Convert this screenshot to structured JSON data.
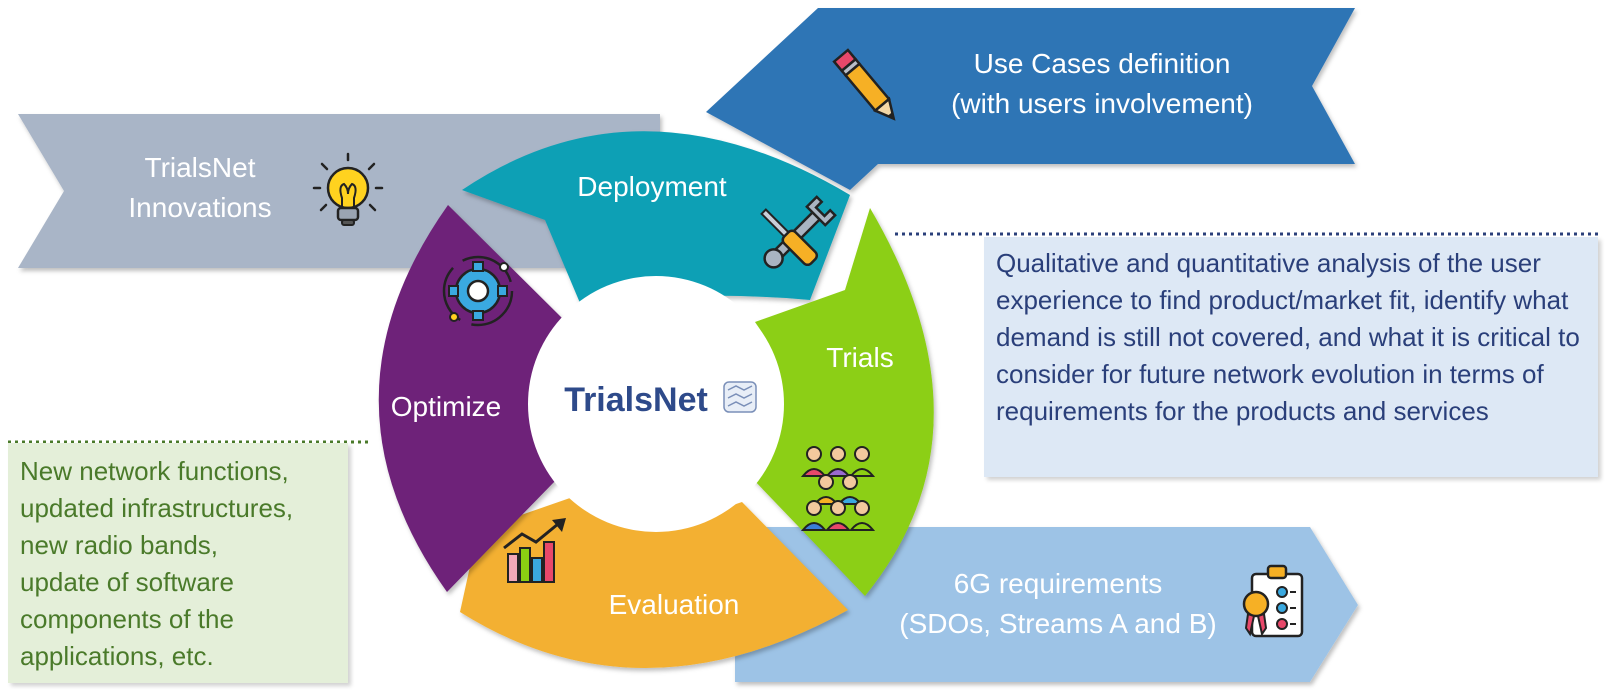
{
  "banners": {
    "innovations": {
      "line1": "TrialsNet",
      "line2": "Innovations",
      "icon": "lightbulb-icon"
    },
    "use_cases": {
      "line1": "Use Cases definition",
      "line2": "(with users involvement)",
      "icon": "pencil-icon"
    },
    "requirements": {
      "line1": "6G requirements",
      "line2": "(SDOs, Streams A and B)",
      "icon": "checklist-icon"
    }
  },
  "cycle": {
    "center_title": "TrialsNet",
    "segments": [
      {
        "label": "Deployment",
        "color": "#0aa0b5",
        "icon": "tools-icon"
      },
      {
        "label": "Trials",
        "color": "#8ccf12",
        "icon": "people-icon"
      },
      {
        "label": "Evaluation",
        "color": "#f3b030",
        "icon": "growth-chart-icon"
      },
      {
        "label": "Optimize",
        "color": "#6e2079",
        "icon": "gear-icon"
      }
    ]
  },
  "notes": {
    "analysis": "Qualitative and quantitative analysis of the user experience to find product/market fit, identify what demand is still not covered, and what it is critical to consider for future network evolution in terms of requirements for the products and services",
    "updates": [
      "New network functions,",
      "updated infrastructures,",
      "new radio bands,",
      "update of software",
      "components of the",
      "applications, etc."
    ]
  },
  "colors": {
    "innovations_banner": "#a9b5c7",
    "use_cases_banner": "#2e74b5",
    "requirements_banner": "#9dc3e6",
    "analysis_note": "#dde8f5",
    "updates_note": "#e4efd9",
    "title_blue": "#2e4a8a"
  }
}
